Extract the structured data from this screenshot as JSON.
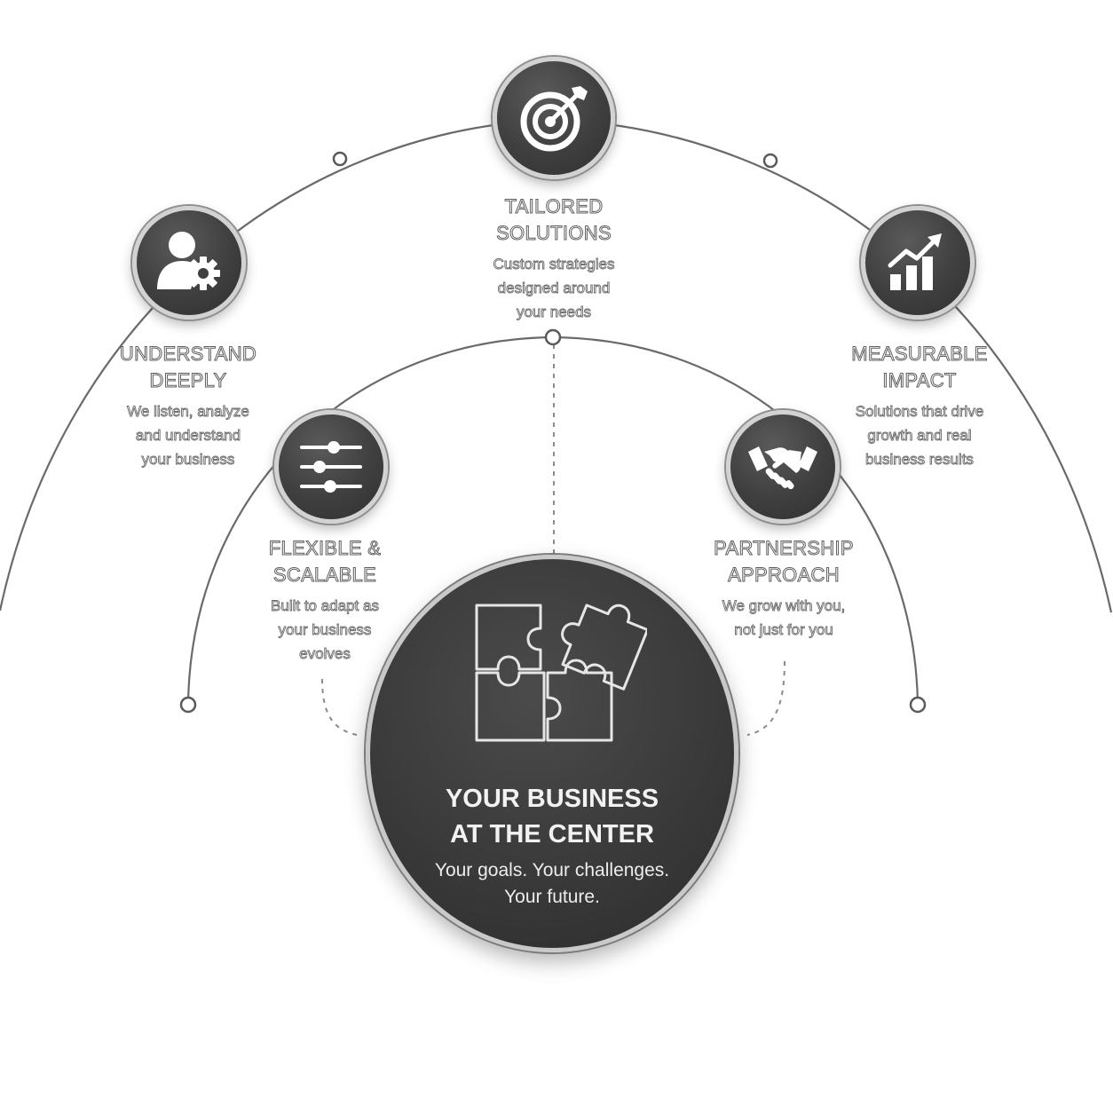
{
  "center": {
    "title": "YOUR BUSINESS\nAT THE CENTER",
    "subtitle": "Your goals. Your challenges.\nYour future.",
    "icon": "puzzle-icon"
  },
  "pillars": [
    {
      "id": "tailored",
      "title": "TAILORED\nSOLUTIONS",
      "description": "Custom strategies\ndesigned around\nyour needs",
      "icon": "target-icon"
    },
    {
      "id": "understand",
      "title": "UNDERSTAND\nDEEPLY",
      "description": "We listen, analyze\nand understand\nyour business",
      "icon": "user-gear-icon"
    },
    {
      "id": "measurable",
      "title": "MEASURABLE\nIMPACT",
      "description": "Solutions that drive\ngrowth and real\nbusiness results",
      "icon": "growth-chart-icon"
    },
    {
      "id": "flexible",
      "title": "FLEXIBLE &\nSCALABLE",
      "description": "Built to adapt as\nyour business\nevolves",
      "icon": "sliders-icon"
    },
    {
      "id": "partnership",
      "title": "PARTNERSHIP\nAPPROACH",
      "description": "We grow with you,\nnot just for you",
      "icon": "handshake-icon"
    }
  ],
  "colors": {
    "node_fill": "#3f3f3f",
    "node_ring": "#d2d2d2",
    "line": "#6e6e6e",
    "text_outline": "#5e5e5e"
  }
}
